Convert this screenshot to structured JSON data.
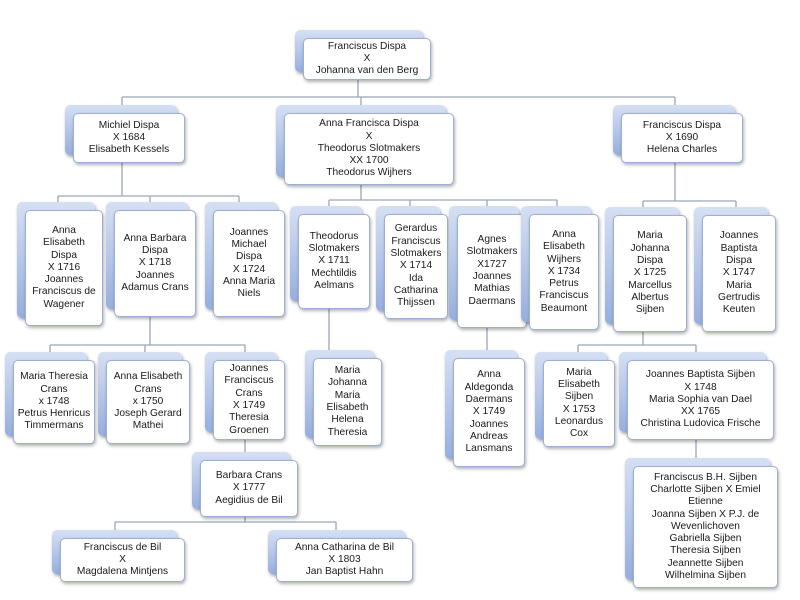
{
  "colors": {
    "box_back_top": "#d6e0f4",
    "box_back_bottom": "#97aedd",
    "box_border": "#9ab0d6",
    "connector": "#9aa6b8",
    "text": "#1a1a1a"
  },
  "nodes": [
    {
      "id": "root",
      "lines": [
        "Franciscus Dispa",
        "X",
        "Johanna van den Berg"
      ]
    },
    {
      "id": "michiel",
      "lines": [
        "Michiel Dispa",
        "X 1684",
        "Elisabeth Kessels"
      ]
    },
    {
      "id": "annafrancisca",
      "lines": [
        "Anna Francisca Dispa",
        "X",
        "Theodorus Slotmakers",
        "XX 1700",
        "Theodorus Wijhers"
      ]
    },
    {
      "id": "franciscus1690",
      "lines": [
        "Franciscus Dispa",
        "X 1690",
        "Helena Charles"
      ]
    },
    {
      "id": "annaelisabethdispa",
      "lines": [
        "Anna",
        "Elisabeth",
        "Dispa",
        "X 1716",
        "Joannes",
        "Franciscus de",
        "Wagener"
      ]
    },
    {
      "id": "annabarbara",
      "lines": [
        "Anna Barbara",
        "Dispa",
        "X 1718",
        "Joannes",
        "Adamus Crans"
      ]
    },
    {
      "id": "joannesmichael",
      "lines": [
        "Joannes",
        "Michael",
        "Dispa",
        "X 1724",
        "Anna Maria",
        "Niels"
      ]
    },
    {
      "id": "theodorus",
      "lines": [
        "Theodorus",
        "Slotmakers",
        "X 1711",
        "Mechtildis",
        "Aelmans"
      ]
    },
    {
      "id": "gerardus",
      "lines": [
        "Gerardus",
        "Franciscus",
        "Slotmakers",
        "X 1714",
        "Ida",
        "Catharina",
        "Thijssen"
      ]
    },
    {
      "id": "agnes",
      "lines": [
        "Agnes",
        "Slotmakers",
        "X1727",
        "Joannes",
        "Mathias",
        "Daermans"
      ]
    },
    {
      "id": "annawijhers",
      "lines": [
        "Anna",
        "Elisabeth",
        "Wijhers",
        "X 1734",
        "Petrus",
        "Franciscus",
        "Beaumont"
      ]
    },
    {
      "id": "mariajohanna",
      "lines": [
        "Maria",
        "Johanna",
        "Dispa",
        "X 1725",
        "Marcellus",
        "Albertus",
        "Sijben"
      ]
    },
    {
      "id": "joannesbaptistadispa",
      "lines": [
        "Joannes",
        "Baptista",
        "Dispa",
        "X 1747",
        "Maria",
        "Gertrudis",
        "Keuten"
      ]
    },
    {
      "id": "mariatheresia",
      "lines": [
        "Maria Theresia",
        "Crans",
        "x 1748",
        "Petrus Henricus",
        "Timmermans"
      ]
    },
    {
      "id": "annaelisabethcrans",
      "lines": [
        "Anna Elisabeth",
        "Crans",
        "x 1750",
        "Joseph Gerard",
        "Mathei"
      ]
    },
    {
      "id": "joannesfranciscus",
      "lines": [
        "Joannes",
        "Franciscus",
        "Crans",
        "X 1749",
        "Theresia",
        "Groenen"
      ]
    },
    {
      "id": "mariajohannamaria",
      "lines": [
        "Maria",
        "Johanna",
        "Maria",
        "Elisabeth",
        "Helena",
        "Theresia"
      ]
    },
    {
      "id": "annaaldegonda",
      "lines": [
        "Anna",
        "Aldegonda",
        "Daermans",
        "X 1749",
        "Joannes",
        "Andreas",
        "Lansmans"
      ]
    },
    {
      "id": "mariaelisabethsijben",
      "lines": [
        "Maria",
        "Elisabeth",
        "Sijben",
        "X 1753",
        "Leonardus",
        "Cox"
      ]
    },
    {
      "id": "joannesbaptistasijben",
      "lines": [
        "Joannes Baptista Sijben",
        "X 1748",
        "Maria Sophia van Dael",
        "XX 1765",
        "Christina Ludovica Frische"
      ]
    },
    {
      "id": "barbaracrans",
      "lines": [
        "Barbara Crans",
        "X 1777",
        "Aegidius de Bil"
      ]
    },
    {
      "id": "franciscusdebil",
      "lines": [
        "Franciscus de Bil",
        "X",
        "Magdalena Mintjens"
      ]
    },
    {
      "id": "annacatharina",
      "lines": [
        "Anna Catharina de Bil",
        "X 1803",
        "Jan Baptist Hahn"
      ]
    },
    {
      "id": "sijbenchildren",
      "lines": [
        "Franciscus B.H. Sijben",
        "Charlotte Sijben X Emiel",
        "Etienne",
        "Joanna Sijben X P.J. de",
        "Wevenlichoven",
        "Gabriella Sijben",
        "Theresia Sijben",
        "Jeannette Sijben",
        "Wilhelmina Sijben"
      ]
    }
  ]
}
